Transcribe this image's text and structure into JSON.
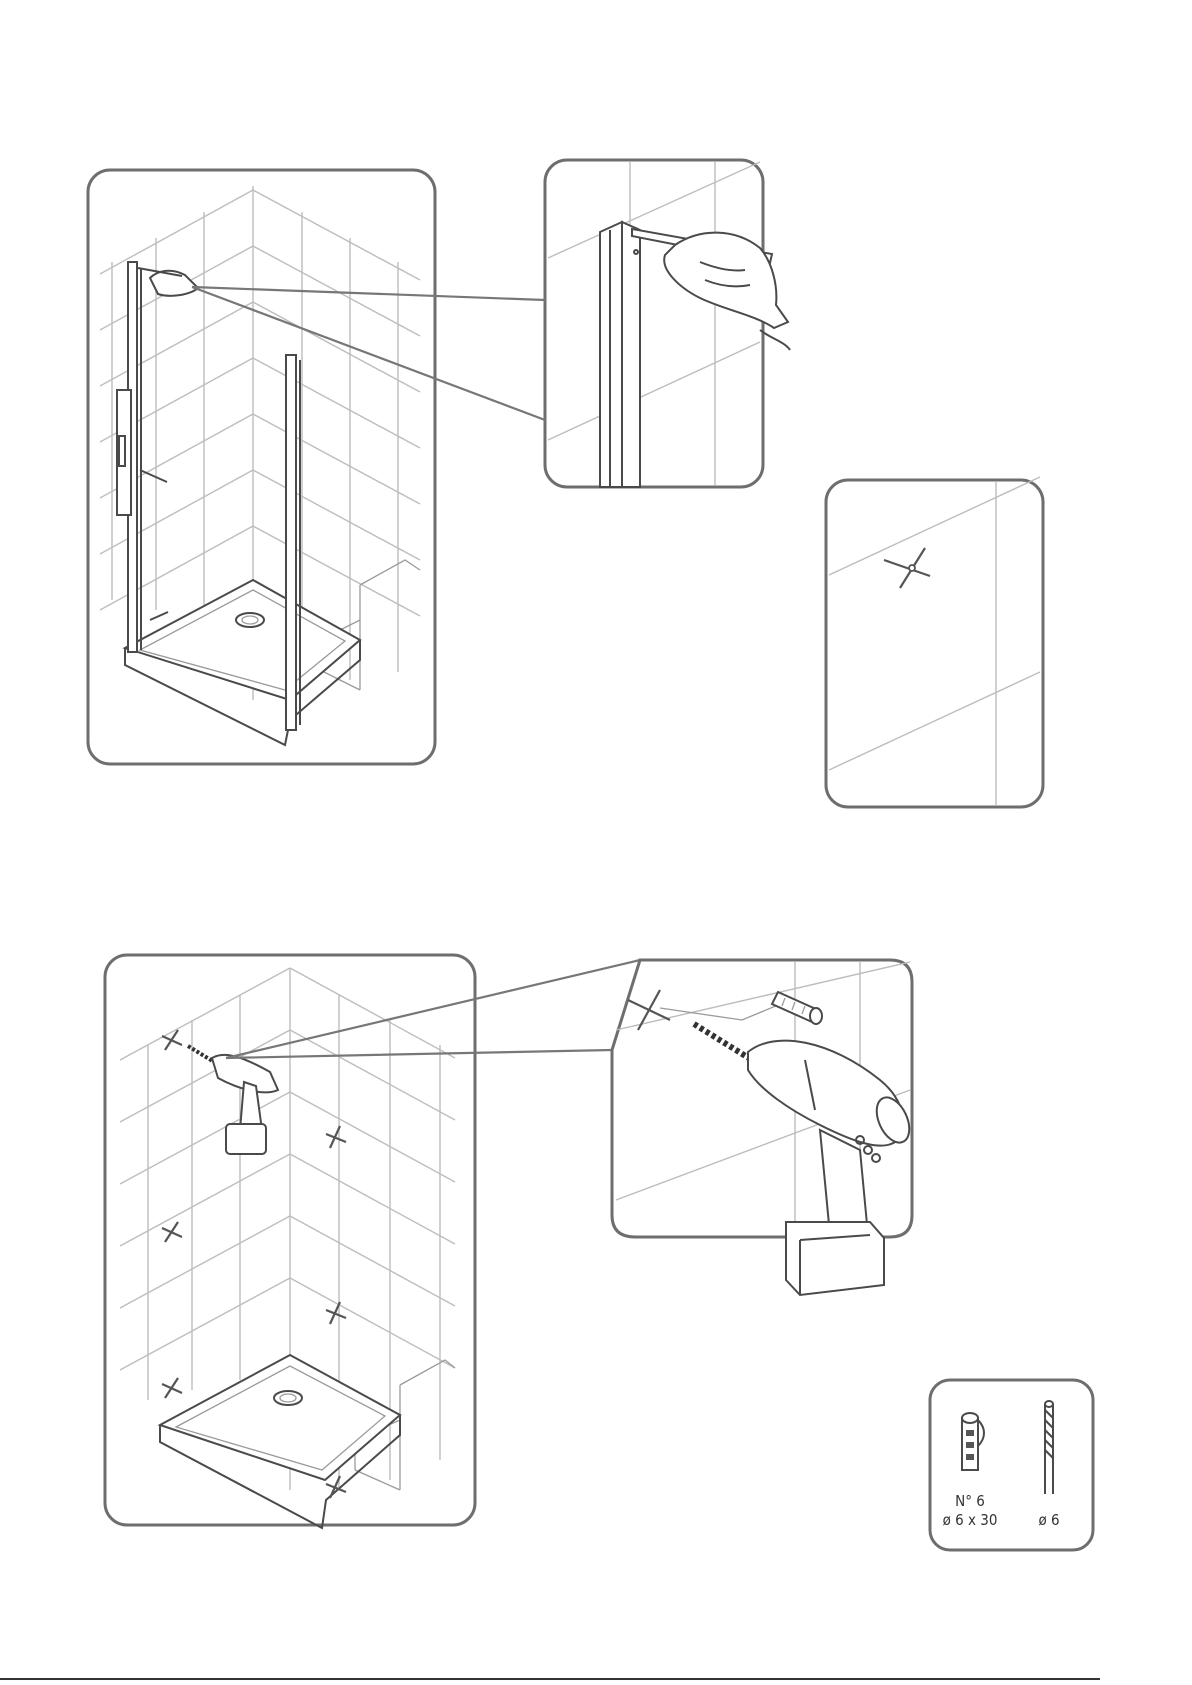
{
  "hardware": {
    "plug_qty": "N° 6",
    "plug_size": "ø 6 x 30",
    "drill_bit": "ø 6"
  }
}
